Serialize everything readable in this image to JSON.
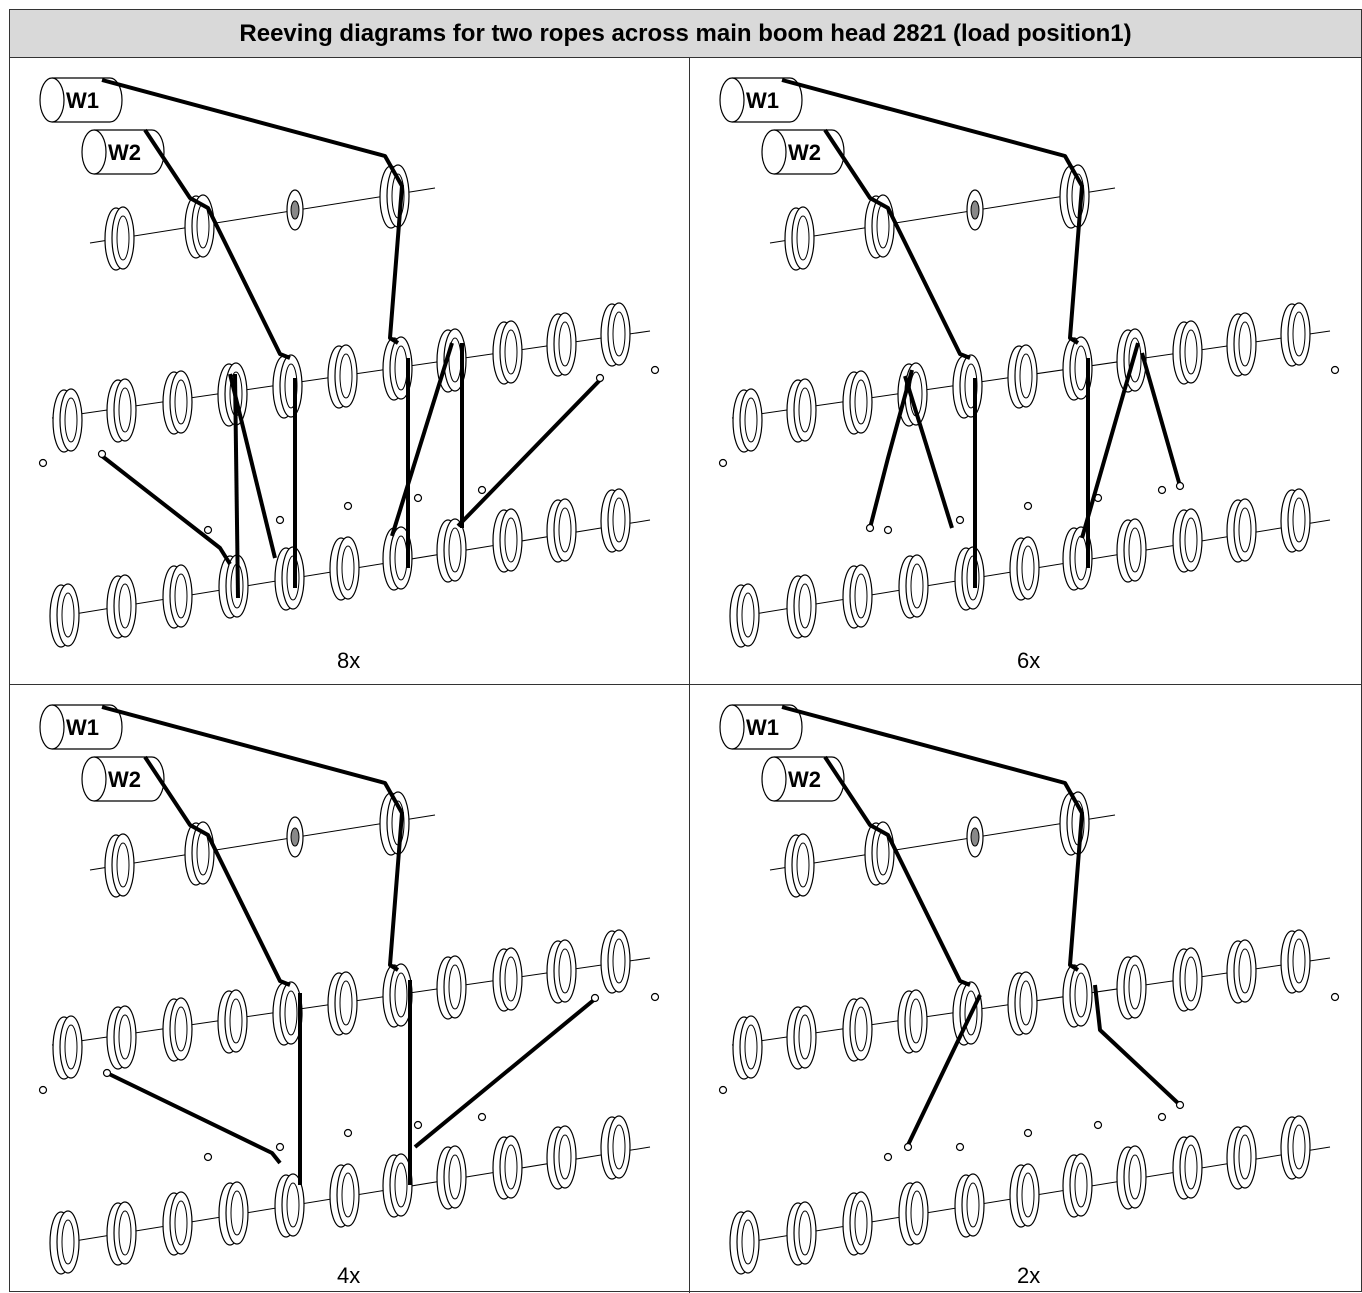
{
  "title": "Reeving diagrams for two ropes across main boom head 2821 (load position1)",
  "panels": [
    {
      "caption": "8x",
      "drum1": "W1",
      "drum2": "W2"
    },
    {
      "caption": "6x",
      "drum1": "W1",
      "drum2": "W2"
    },
    {
      "caption": "4x",
      "drum1": "W1",
      "drum2": "W2"
    },
    {
      "caption": "2x",
      "drum1": "W1",
      "drum2": "W2"
    }
  ],
  "colors": {
    "header_bg": "#d9d9d9",
    "line": "#000000"
  }
}
